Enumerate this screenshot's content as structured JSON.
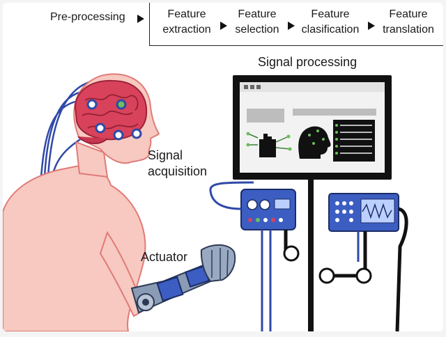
{
  "pipeline": {
    "preprocessing": "Pre-processing",
    "steps": [
      {
        "line1": "Feature",
        "line2": "extraction"
      },
      {
        "line1": "Feature",
        "line2": "selection"
      },
      {
        "line1": "Feature",
        "line2": "clasification"
      },
      {
        "line1": "Feature",
        "line2": "translation"
      }
    ]
  },
  "labels": {
    "signal_processing": "Signal processing",
    "signal_acquisition_1": "Signal",
    "signal_acquisition_2": "acquisition",
    "actuator": "Actuator"
  },
  "colors": {
    "skin": "#f7c9c0",
    "skin_outline": "#e07a78",
    "brain": "#d8425a",
    "wire": "#2f49a8",
    "device": "#3c5ec2",
    "monitor_frame": "#111111",
    "electrode_green": "#6bbf59"
  },
  "icons": [
    "brain-icon",
    "hand-icon",
    "head-icon",
    "electrode-icon",
    "amplifier-icon",
    "oscilloscope-icon",
    "robotic-arm-icon"
  ]
}
